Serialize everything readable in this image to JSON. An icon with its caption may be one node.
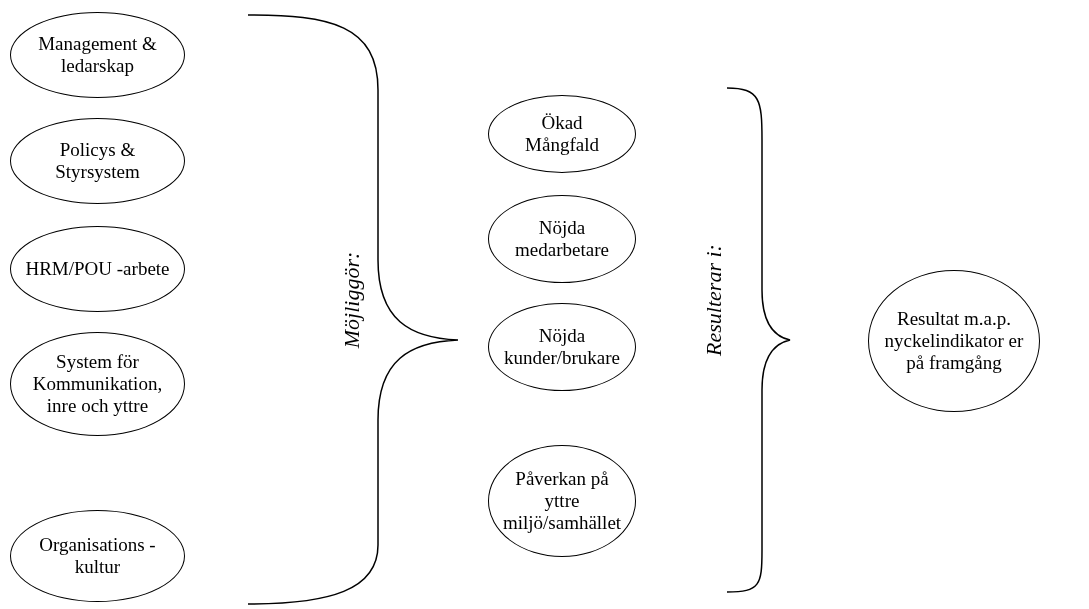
{
  "diagram": {
    "nodes": [
      {
        "text": [
          "Management & ledarskap"
        ]
      },
      {
        "text": [
          "Policys & Styrsystem"
        ]
      },
      {
        "text": [
          "HRM/POU -arbete"
        ]
      },
      {
        "text": [
          "System för Kommunikation, inre och yttre"
        ]
      },
      {
        "text": [
          "Organisations -kultur"
        ]
      },
      {
        "text": [
          "Ökad Mångfald"
        ]
      },
      {
        "text": [
          "Nöjda medarbetare"
        ]
      },
      {
        "text": [
          "Nöjda kunder/brukare"
        ]
      },
      {
        "text": [
          "Påverkan på yttre miljö/samhället"
        ]
      },
      {
        "text": [
          "Resultat m.a.p. nyckelindikator er på framgång"
        ]
      }
    ],
    "edges": [],
    "labels": [
      "Möjliggör:",
      "Resulterar i:"
    ]
  }
}
